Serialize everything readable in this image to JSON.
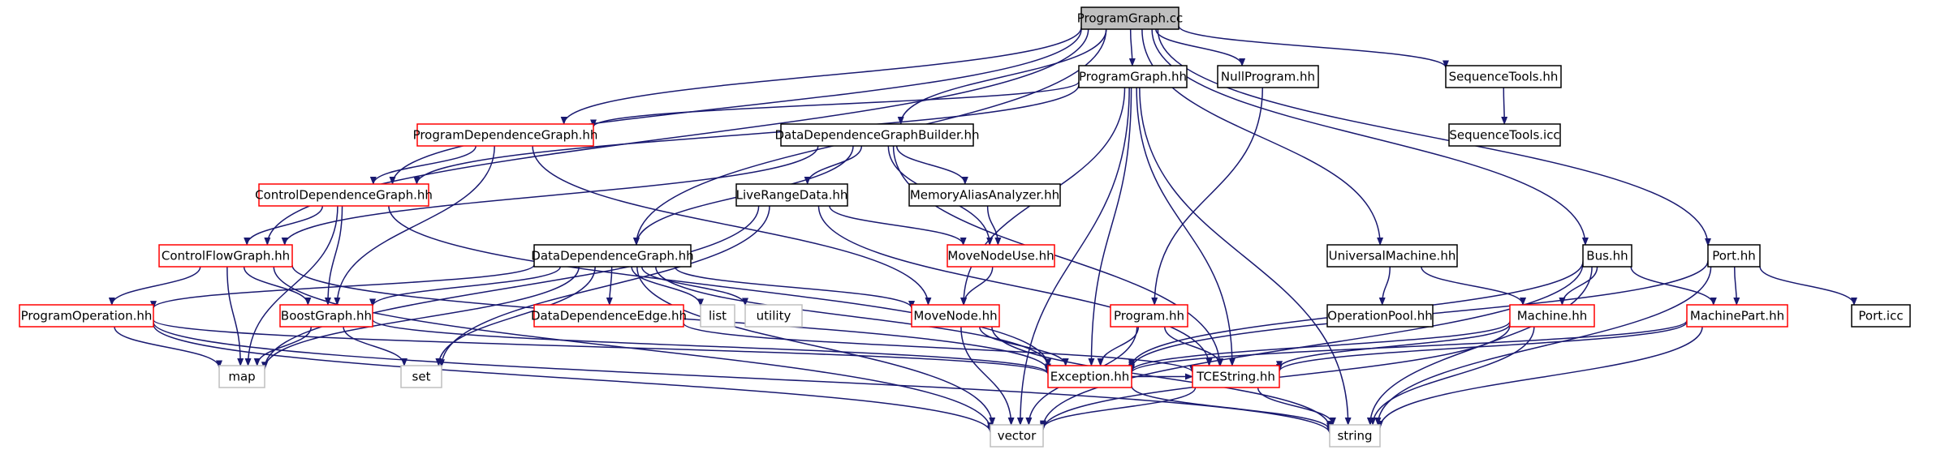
{
  "colors": {
    "edge": "#191970",
    "root_fill": "#bfbfbf",
    "root_border": "#000000",
    "normal_border": "#000000",
    "incomplete_border": "#ff0000",
    "system_border": "#bfbfbf",
    "node_fill": "#ffffff"
  },
  "nodes": [
    {
      "id": "ProgramGraph.cc",
      "label": "ProgramGraph.cc",
      "kind": "root"
    },
    {
      "id": "ProgramGraph.hh",
      "label": "ProgramGraph.hh",
      "kind": "normal"
    },
    {
      "id": "NullProgram.hh",
      "label": "NullProgram.hh",
      "kind": "normal"
    },
    {
      "id": "SequenceTools.hh",
      "label": "SequenceTools.hh",
      "kind": "normal"
    },
    {
      "id": "SequenceTools.icc",
      "label": "SequenceTools.icc",
      "kind": "normal"
    },
    {
      "id": "ProgramDependenceGraph.hh",
      "label": "ProgramDependenceGraph.hh",
      "kind": "incomplete"
    },
    {
      "id": "DataDependenceGraphBuilder.hh",
      "label": "DataDependenceGraphBuilder.hh",
      "kind": "normal"
    },
    {
      "id": "ControlDependenceGraph.hh",
      "label": "ControlDependenceGraph.hh",
      "kind": "incomplete"
    },
    {
      "id": "LiveRangeData.hh",
      "label": "LiveRangeData.hh",
      "kind": "normal"
    },
    {
      "id": "MemoryAliasAnalyzer.hh",
      "label": "MemoryAliasAnalyzer.hh",
      "kind": "normal"
    },
    {
      "id": "ControlFlowGraph.hh",
      "label": "ControlFlowGraph.hh",
      "kind": "incomplete"
    },
    {
      "id": "DataDependenceGraph.hh",
      "label": "DataDependenceGraph.hh",
      "kind": "normal"
    },
    {
      "id": "MoveNodeUse.hh",
      "label": "MoveNodeUse.hh",
      "kind": "incomplete"
    },
    {
      "id": "UniversalMachine.hh",
      "label": "UniversalMachine.hh",
      "kind": "normal"
    },
    {
      "id": "Bus.hh",
      "label": "Bus.hh",
      "kind": "normal"
    },
    {
      "id": "Port.hh",
      "label": "Port.hh",
      "kind": "normal"
    },
    {
      "id": "ProgramOperation.hh",
      "label": "ProgramOperation.hh",
      "kind": "incomplete"
    },
    {
      "id": "BoostGraph.hh",
      "label": "BoostGraph.hh",
      "kind": "incomplete"
    },
    {
      "id": "DataDependenceEdge.hh",
      "label": "DataDependenceEdge.hh",
      "kind": "incomplete"
    },
    {
      "id": "list",
      "label": "list",
      "kind": "system"
    },
    {
      "id": "utility",
      "label": "utility",
      "kind": "system"
    },
    {
      "id": "MoveNode.hh",
      "label": "MoveNode.hh",
      "kind": "incomplete"
    },
    {
      "id": "Program.hh",
      "label": "Program.hh",
      "kind": "incomplete"
    },
    {
      "id": "OperationPool.hh",
      "label": "OperationPool.hh",
      "kind": "normal"
    },
    {
      "id": "Machine.hh",
      "label": "Machine.hh",
      "kind": "incomplete"
    },
    {
      "id": "MachinePart.hh",
      "label": "MachinePart.hh",
      "kind": "incomplete"
    },
    {
      "id": "Port.icc",
      "label": "Port.icc",
      "kind": "normal"
    },
    {
      "id": "map",
      "label": "map",
      "kind": "system"
    },
    {
      "id": "set",
      "label": "set",
      "kind": "system"
    },
    {
      "id": "Exception.hh",
      "label": "Exception.hh",
      "kind": "incomplete"
    },
    {
      "id": "TCEString.hh",
      "label": "TCEString.hh",
      "kind": "incomplete"
    },
    {
      "id": "vector",
      "label": "vector",
      "kind": "system"
    },
    {
      "id": "string",
      "label": "string",
      "kind": "system"
    }
  ],
  "edges": [
    [
      "ProgramGraph.cc",
      "ProgramGraph.hh"
    ],
    [
      "ProgramGraph.cc",
      "NullProgram.hh"
    ],
    [
      "ProgramGraph.cc",
      "SequenceTools.hh"
    ],
    [
      "ProgramGraph.cc",
      "ProgramDependenceGraph.hh"
    ],
    [
      "ProgramGraph.cc",
      "DataDependenceGraphBuilder.hh"
    ],
    [
      "ProgramGraph.cc",
      "ControlDependenceGraph.hh"
    ],
    [
      "ProgramGraph.cc",
      "ControlFlowGraph.hh"
    ],
    [
      "ProgramGraph.cc",
      "DataDependenceGraph.hh"
    ],
    [
      "ProgramGraph.cc",
      "UniversalMachine.hh"
    ],
    [
      "ProgramGraph.cc",
      "Bus.hh"
    ],
    [
      "ProgramGraph.cc",
      "Port.hh"
    ],
    [
      "SequenceTools.hh",
      "SequenceTools.icc"
    ],
    [
      "ProgramGraph.hh",
      "ProgramDependenceGraph.hh"
    ],
    [
      "ProgramGraph.hh",
      "ControlDependenceGraph.hh"
    ],
    [
      "ProgramGraph.hh",
      "MoveNode.hh"
    ],
    [
      "ProgramGraph.hh",
      "Exception.hh"
    ],
    [
      "ProgramGraph.hh",
      "TCEString.hh"
    ],
    [
      "ProgramGraph.hh",
      "vector"
    ],
    [
      "ProgramGraph.hh",
      "string"
    ],
    [
      "NullProgram.hh",
      "Program.hh"
    ],
    [
      "ProgramDependenceGraph.hh",
      "ControlDependenceGraph.hh"
    ],
    [
      "ProgramDependenceGraph.hh",
      "BoostGraph.hh"
    ],
    [
      "ProgramDependenceGraph.hh",
      "MoveNode.hh"
    ],
    [
      "DataDependenceGraphBuilder.hh",
      "DataDependenceGraph.hh"
    ],
    [
      "DataDependenceGraphBuilder.hh",
      "LiveRangeData.hh"
    ],
    [
      "DataDependenceGraphBuilder.hh",
      "MemoryAliasAnalyzer.hh"
    ],
    [
      "DataDependenceGraphBuilder.hh",
      "MoveNodeUse.hh"
    ],
    [
      "DataDependenceGraphBuilder.hh",
      "ControlFlowGraph.hh"
    ],
    [
      "DataDependenceGraphBuilder.hh",
      "TCEString.hh"
    ],
    [
      "ControlDependenceGraph.hh",
      "ControlFlowGraph.hh"
    ],
    [
      "ControlDependenceGraph.hh",
      "BoostGraph.hh"
    ],
    [
      "ControlDependenceGraph.hh",
      "Exception.hh"
    ],
    [
      "ControlDependenceGraph.hh",
      "map"
    ],
    [
      "LiveRangeData.hh",
      "MoveNodeUse.hh"
    ],
    [
      "LiveRangeData.hh",
      "map"
    ],
    [
      "LiveRangeData.hh",
      "set"
    ],
    [
      "LiveRangeData.hh",
      "TCEString.hh"
    ],
    [
      "MemoryAliasAnalyzer.hh",
      "MoveNodeUse.hh"
    ],
    [
      "MoveNodeUse.hh",
      "MoveNode.hh"
    ],
    [
      "ControlFlowGraph.hh",
      "ProgramOperation.hh"
    ],
    [
      "ControlFlowGraph.hh",
      "BoostGraph.hh"
    ],
    [
      "ControlFlowGraph.hh",
      "map"
    ],
    [
      "ControlFlowGraph.hh",
      "Exception.hh"
    ],
    [
      "ControlFlowGraph.hh",
      "vector"
    ],
    [
      "DataDependenceGraph.hh",
      "ProgramOperation.hh"
    ],
    [
      "DataDependenceGraph.hh",
      "BoostGraph.hh"
    ],
    [
      "DataDependenceGraph.hh",
      "DataDependenceEdge.hh"
    ],
    [
      "DataDependenceGraph.hh",
      "list"
    ],
    [
      "DataDependenceGraph.hh",
      "utility"
    ],
    [
      "DataDependenceGraph.hh",
      "MoveNode.hh"
    ],
    [
      "DataDependenceGraph.hh",
      "map"
    ],
    [
      "DataDependenceGraph.hh",
      "set"
    ],
    [
      "DataDependenceGraph.hh",
      "Exception.hh"
    ],
    [
      "DataDependenceGraph.hh",
      "vector"
    ],
    [
      "UniversalMachine.hh",
      "OperationPool.hh"
    ],
    [
      "UniversalMachine.hh",
      "Machine.hh"
    ],
    [
      "Bus.hh",
      "Machine.hh"
    ],
    [
      "Bus.hh",
      "MachinePart.hh"
    ],
    [
      "Bus.hh",
      "Exception.hh"
    ],
    [
      "Bus.hh",
      "vector"
    ],
    [
      "Bus.hh",
      "string"
    ],
    [
      "Port.hh",
      "MachinePart.hh"
    ],
    [
      "Port.hh",
      "Port.icc"
    ],
    [
      "Port.hh",
      "Exception.hh"
    ],
    [
      "Port.hh",
      "string"
    ],
    [
      "ProgramOperation.hh",
      "map"
    ],
    [
      "ProgramOperation.hh",
      "Exception.hh"
    ],
    [
      "ProgramOperation.hh",
      "vector"
    ],
    [
      "ProgramOperation.hh",
      "string"
    ],
    [
      "BoostGraph.hh",
      "map"
    ],
    [
      "BoostGraph.hh",
      "set"
    ],
    [
      "BoostGraph.hh",
      "Exception.hh"
    ],
    [
      "DataDependenceEdge.hh",
      "TCEString.hh"
    ],
    [
      "MoveNode.hh",
      "Exception.hh"
    ],
    [
      "MoveNode.hh",
      "vector"
    ],
    [
      "MoveNode.hh",
      "string"
    ],
    [
      "Program.hh",
      "Exception.hh"
    ],
    [
      "Program.hh",
      "TCEString.hh"
    ],
    [
      "Program.hh",
      "vector"
    ],
    [
      "Machine.hh",
      "Exception.hh"
    ],
    [
      "Machine.hh",
      "TCEString.hh"
    ],
    [
      "Machine.hh",
      "vector"
    ],
    [
      "Machine.hh",
      "string"
    ],
    [
      "MachinePart.hh",
      "Exception.hh"
    ],
    [
      "MachinePart.hh",
      "TCEString.hh"
    ],
    [
      "MachinePart.hh",
      "string"
    ],
    [
      "Exception.hh",
      "TCEString.hh"
    ],
    [
      "Exception.hh",
      "string"
    ],
    [
      "TCEString.hh",
      "vector"
    ],
    [
      "TCEString.hh",
      "string"
    ]
  ]
}
